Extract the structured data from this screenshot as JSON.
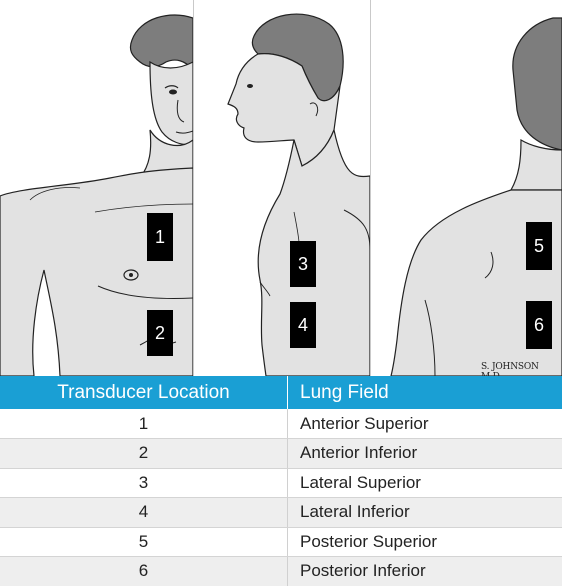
{
  "figure": {
    "panels": [
      "anterior-view",
      "lateral-view",
      "posterior-view"
    ],
    "markers": [
      "1",
      "2",
      "3",
      "4",
      "5",
      "6"
    ],
    "signature": "S. JOHNSON M.D."
  },
  "table": {
    "headers": [
      "Transducer Location",
      "Lung Field"
    ],
    "header_color": "#1a9fd4",
    "rows": [
      {
        "location": "1",
        "field": "Anterior Superior"
      },
      {
        "location": "2",
        "field": "Anterior Inferior"
      },
      {
        "location": "3",
        "field": "Lateral Superior"
      },
      {
        "location": "4",
        "field": "Lateral Inferior"
      },
      {
        "location": "5",
        "field": "Posterior Superior"
      },
      {
        "location": "6",
        "field": "Posterior Inferior"
      }
    ]
  }
}
